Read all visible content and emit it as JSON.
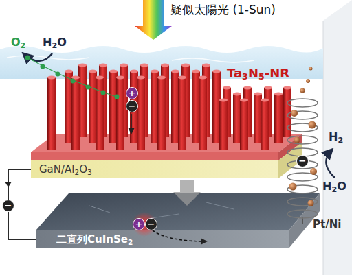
{
  "diagram": {
    "nodes": [
      {
        "text": [
          "GaN/Al2O3"
        ]
      },
      {
        "text": [
          "二直列CuInSe2"
        ]
      }
    ],
    "edges": [
      {
        "from": 0,
        "to": 1,
        "arrow": "to"
      }
    ],
    "labels": [
      "疑似太陽光 (1-Sun)",
      "Ta3N5-NR",
      "O2",
      "H2O",
      "+",
      "−",
      "+",
      "−",
      "−",
      "−",
      "Pt/Ni",
      "H2",
      "H2O"
    ]
  }
}
